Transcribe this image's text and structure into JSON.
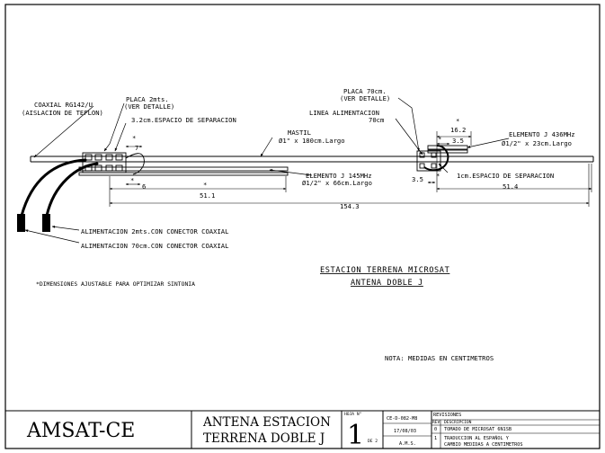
{
  "labels": {
    "coax_line1": "COAXIAL RG142/U",
    "coax_line2": "(AISLACION DE TEFLON)",
    "plate2_line1": "PLACA 2mts.",
    "plate2_line2": "(VER DETALLE)",
    "spacing_32": "3.2cm.ESPACIO DE SEPARACION",
    "mast_line1": "MASTIL",
    "mast_line2": "Ø1\" x 180cm.Largo",
    "plate70_line1": "PLACA 70cm.",
    "plate70_line2": "(VER DETALLE)",
    "feed_line1": "LINEA ALIMENTACION",
    "feed_line2": "70cm",
    "elem436_line1": "ELEMENTO J 436MHz",
    "elem436_line2": "Ø1/2\" x 23cm.Largo",
    "elem145_line1": "ELEMENTO J 145MHz",
    "elem145_line2": "Ø1/2\" x 66cm.Largo",
    "spacing_1": "1cm.ESPACIO DE SEPARACION",
    "feed_2m": "ALIMENTACION 2mts.CON CONECTOR COAXIAL",
    "feed_70": "ALIMENTACION 70cm.CON CONECTOR COAXIAL",
    "adjust_note": "*DIMENSIONES AJUSTABLE PARA OPTIMIZAR SINTONIA",
    "diagram_title1": "ESTACION TERRENA MICROSAT",
    "diagram_title2": "ANTENA DOBLE J",
    "units_note": "NOTA: MEDIDAS EN CENTIMETROS"
  },
  "dimensions": {
    "d_7": "7",
    "d_6": "6",
    "d_51_1": "51.1",
    "d_154_3": "154.3",
    "d_16_2": "16.2",
    "d_3_5a": "3.5",
    "d_3_5b": "3.5",
    "d_51_4": "51.4",
    "star": "*"
  },
  "title_block": {
    "org": "AMSAT-CE",
    "name_line1": "ANTENA ESTACION",
    "name_line2": "TERRENA DOBLE J",
    "sheet_label": "HOJA N°",
    "sheet_number": "1",
    "sheet_of": "DE 2",
    "drawing_code": "CE-D-082-M8",
    "date": "17/08/03",
    "author": "A.M.S.",
    "revisions_header": "REVISIONES",
    "rev_col_no": "REV",
    "rev_col_desc": "DESCRIPCION",
    "rev_items": [
      {
        "no": "0",
        "text": "TOMADO DE MICROSAT 6N1SB"
      },
      {
        "no": "1",
        "text": "TRADUCCION AL ESPAÑOL Y"
      },
      {
        "no": "",
        "text": "CAMBIO MEDIDAS A CENTIMETROS"
      }
    ]
  }
}
